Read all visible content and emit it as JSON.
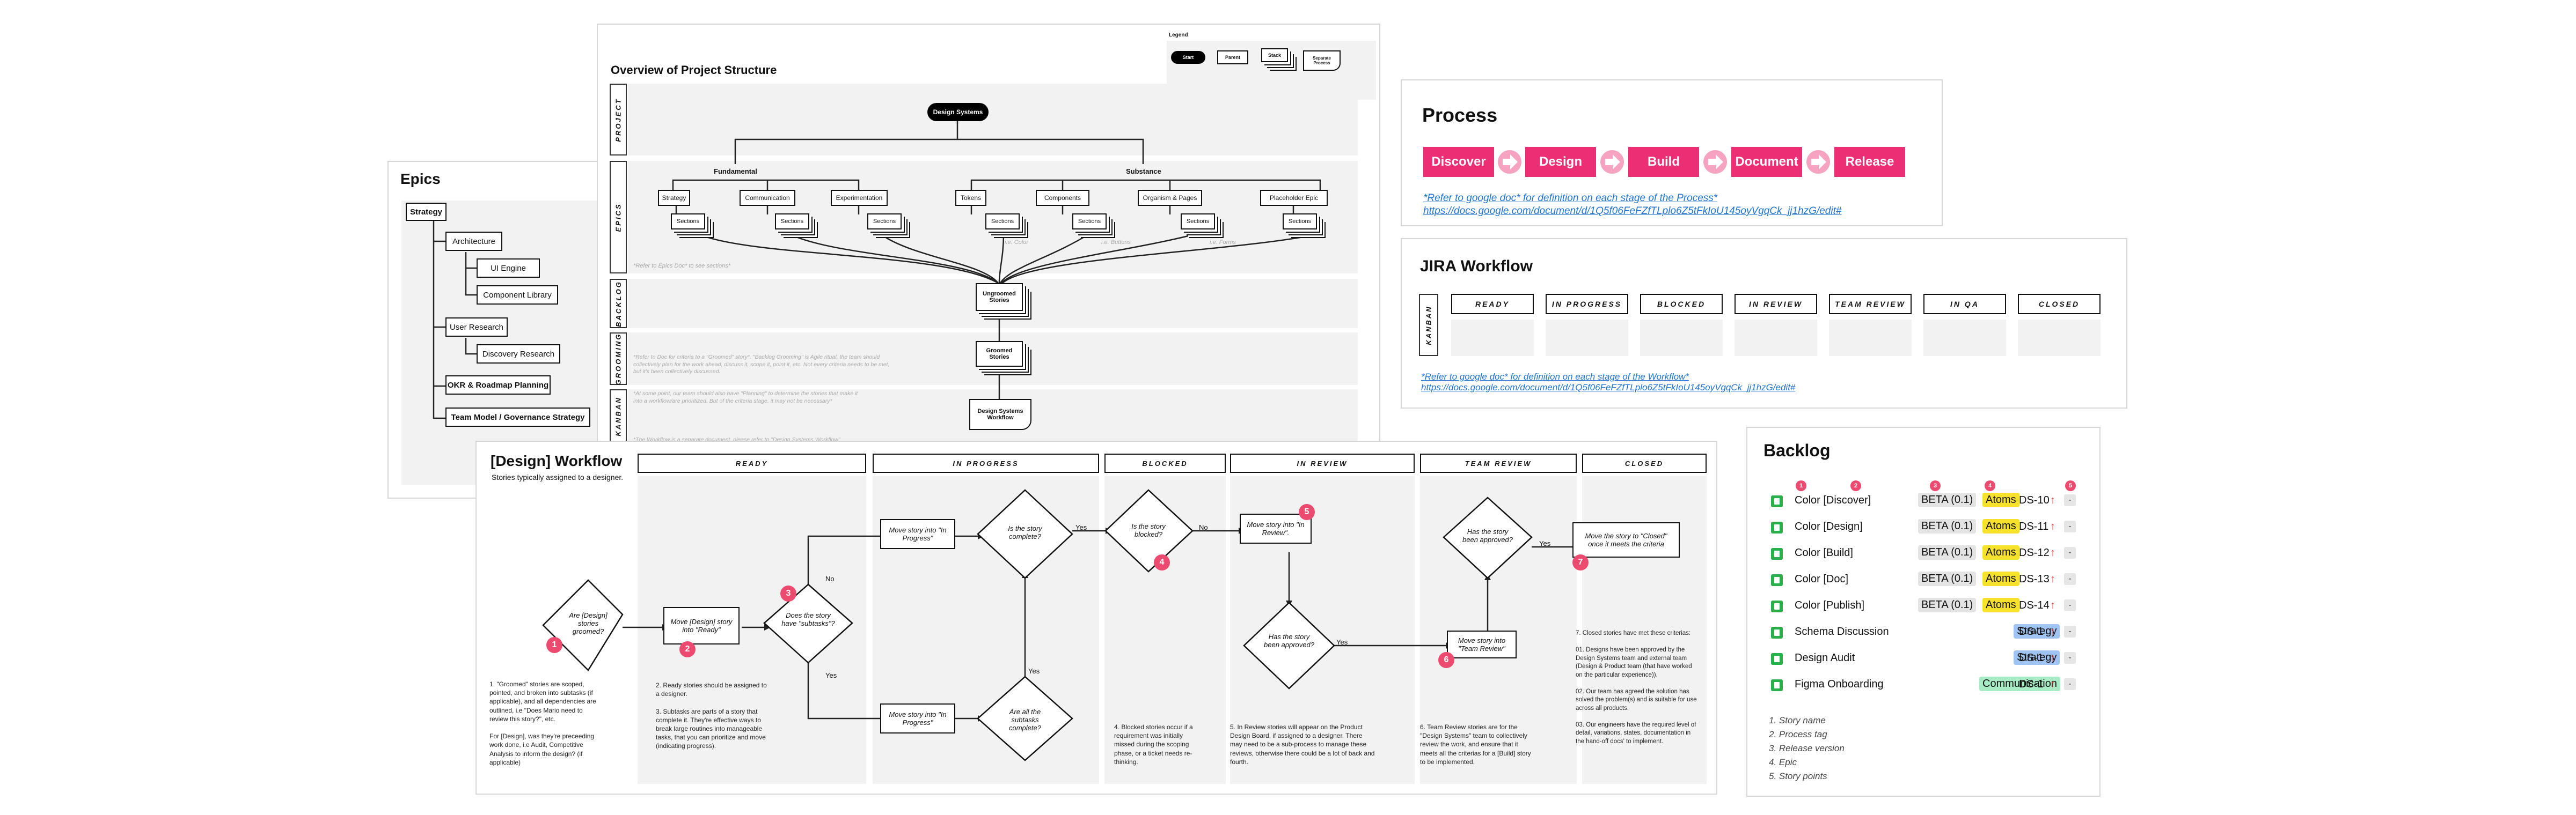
{
  "epics": {
    "title": "Epics",
    "items": [
      "Strategy",
      "Architecture",
      "UI Engine",
      "Component Library",
      "User Research",
      "Discovery Research",
      "OKR & Roadmap Planning",
      "Team Model / Governance Strategy"
    ]
  },
  "overview": {
    "title": "Overview of Project Structure",
    "legend": {
      "title": "Legend",
      "start": "Start",
      "parent": "Parent",
      "stack": "Stack",
      "separate": "Separate Process"
    },
    "lanes": [
      "PROJECT",
      "EPICS",
      "BACKLOG",
      "GROOMING",
      "KANBAN"
    ],
    "root": "Design Systems",
    "fundamental": "Fundamental",
    "substance": "Substance",
    "epics": [
      "Strategy",
      "Communication",
      "Experimentation",
      "Tokens",
      "Components",
      "Organism & Pages",
      "Placeholder Epic"
    ],
    "sections": "Sections",
    "sub_notes": [
      "i.e. Color",
      "i.e. Buttons",
      "i.e. Forms"
    ],
    "epics_note": "*Refer to Epics Doc* to see sections*",
    "ungroomed": "Ungroomed Stories",
    "groomed": "Groomed Stories",
    "workflow": "Design Systems Workflow",
    "grooming_note": "*Refer to Doc for criteria to a \"Groomed\" story*. \"Backlog Grooming\" is Agile ritual, the team should collectively plan for the work ahead, discuss it, scope it, point it, etc. Not every criteria needs to be met, but it's been collectively discussed.",
    "kanban_note": "*At some point, our team should also have \"Planning\" to determine the stories that make it into a workflow/are prioritized. But of the criteria stage, it may not be necessary*",
    "workflow_note": "*The Workflow is a separate document, please refer to \"Design Systems Workflow\""
  },
  "process": {
    "title": "Process",
    "steps": [
      "Discover",
      "Design",
      "Build",
      "Document",
      "Release"
    ],
    "note": "*Refer to google doc* for definition on each stage of the Process*",
    "url": "https://docs.google.com/document/d/1Q5f06FeFZfTLplo6Z5tFkIoU145oyVgqCk_jj1hzG/edit#"
  },
  "jira": {
    "title": "JIRA Workflow",
    "lane": "KANBAN",
    "columns": [
      "READY",
      "IN PROGRESS",
      "BLOCKED",
      "IN REVIEW",
      "TEAM REVIEW",
      "IN QA",
      "CLOSED"
    ],
    "note": "*Refer to google doc* for definition on each stage of the Workflow*",
    "url": "https://docs.google.com/document/d/1Q5f06FeFZfTLplo6Z5tFkIoU145oyVgqCk_jj1hzG/edit#"
  },
  "workflow": {
    "title": "[Design] Workflow",
    "subtitle": "Stories typically assigned to a designer.",
    "columns": [
      "READY",
      "IN PROGRESS",
      "BLOCKED",
      "IN REVIEW",
      "TEAM REVIEW",
      "CLOSED"
    ],
    "d_groomed": "Are [Design] stories groomed?",
    "move_ready": "Move [Design] story into \"Ready\"",
    "d_subtasks": "Does the story have \"subtasks\"?",
    "move_progress_1": "Move story into \"In Progress\"",
    "move_progress_2": "Move story into \"In Progress\"",
    "d_complete": "Is the story complete?",
    "d_subtasks_complete": "Are all the subtasks complete?",
    "d_blocked": "Is the story blocked?",
    "move_review": "Move story into \"In Review\".",
    "d_approved": "Has the story been approved?",
    "move_team": "Move story into \"Team Review\"",
    "d_team_approved": "Has the story been approved?",
    "move_closed": "Move the story to \"Closed\" once it meets the criteria",
    "yes": "Yes",
    "no": "No",
    "note_groomed": "1. \"Groomed\" stories are scoped, pointed, and broken into subtasks (if applicable), and all dependencies are outlined, i.e \"Does Mario need to review this story?\", etc.\n\nFor [Design], was they're preceeding work done, i.e Audit, Competitive Analysis to inform the design? (if applicable)",
    "note_ready": "2. Ready stories should be assigned to a designer.\n\n3. Subtasks are parts of a story that complete it. They're effective ways to break large routines into manageable tasks, that you can prioritize and move (indicating progress).",
    "note_blocked": "4. Blocked stories occur if a requirement was initially missed during the scoping phase, or a ticket needs re-thinking.",
    "note_review": "5. In Review stories will appear on the Product Design Board, if assigned to a designer. There may need to be a sub-process to manage these reviews, otherwise there could be a lot of back and fourth.",
    "note_team": "6. Team Review stories are for the \"Design Systems\" team to collectively review the work, and ensure that it meets all the criterias for a [Build] story to be implemented.",
    "note_closed": "7. Closed stories have met these criterias:\n\n01. Designs have been approved by the Design Systems team and external team (Design & Product team (that have worked on the particular experience)).\n\n02. Our team has agreed the solution has solved the problem(s) and is suitable for use across all products.\n\n03. Our engineers have the required level of detail, variations, states, documentation in the hand-off docs' to implement.",
    "badges": [
      "1",
      "2",
      "3",
      "4",
      "5",
      "6",
      "7"
    ]
  },
  "backlog": {
    "title": "Backlog",
    "header_badges": [
      "1",
      "2",
      "3",
      "4",
      "5"
    ],
    "rows": [
      {
        "name": "Color [Discover]",
        "release": "BETA (0.1)",
        "epic": "Atoms",
        "key": "DS-10"
      },
      {
        "name": "Color [Design]",
        "release": "BETA (0.1)",
        "epic": "Atoms",
        "key": "DS-11"
      },
      {
        "name": "Color [Build]",
        "release": "BETA (0.1)",
        "epic": "Atoms",
        "key": "DS-12"
      },
      {
        "name": "Color [Doc]",
        "release": "BETA (0.1)",
        "epic": "Atoms",
        "key": "DS-13"
      },
      {
        "name": "Color [Publish]",
        "release": "BETA (0.1)",
        "epic": "Atoms",
        "key": "DS-14"
      },
      {
        "name": "Schema Discussion",
        "release": "",
        "epic": "Strategy",
        "key": "DS-1"
      },
      {
        "name": "Design Audit",
        "release": "",
        "epic": "Strategy",
        "key": "DS-1"
      },
      {
        "name": "Figma Onboarding",
        "release": "",
        "epic": "Communication",
        "key": "DS-1"
      }
    ],
    "points": "-",
    "legend": [
      "1. Story name",
      "2. Process tag",
      "3. Release version",
      "4. Epic",
      "5. Story points"
    ]
  },
  "colors": {
    "pink": "#ec2f75",
    "badge": "#ec4b6f",
    "link": "#1f73d1",
    "atoms": "#f7e12b",
    "strategy": "#9fc3f2",
    "communication": "#a8ecc6"
  }
}
